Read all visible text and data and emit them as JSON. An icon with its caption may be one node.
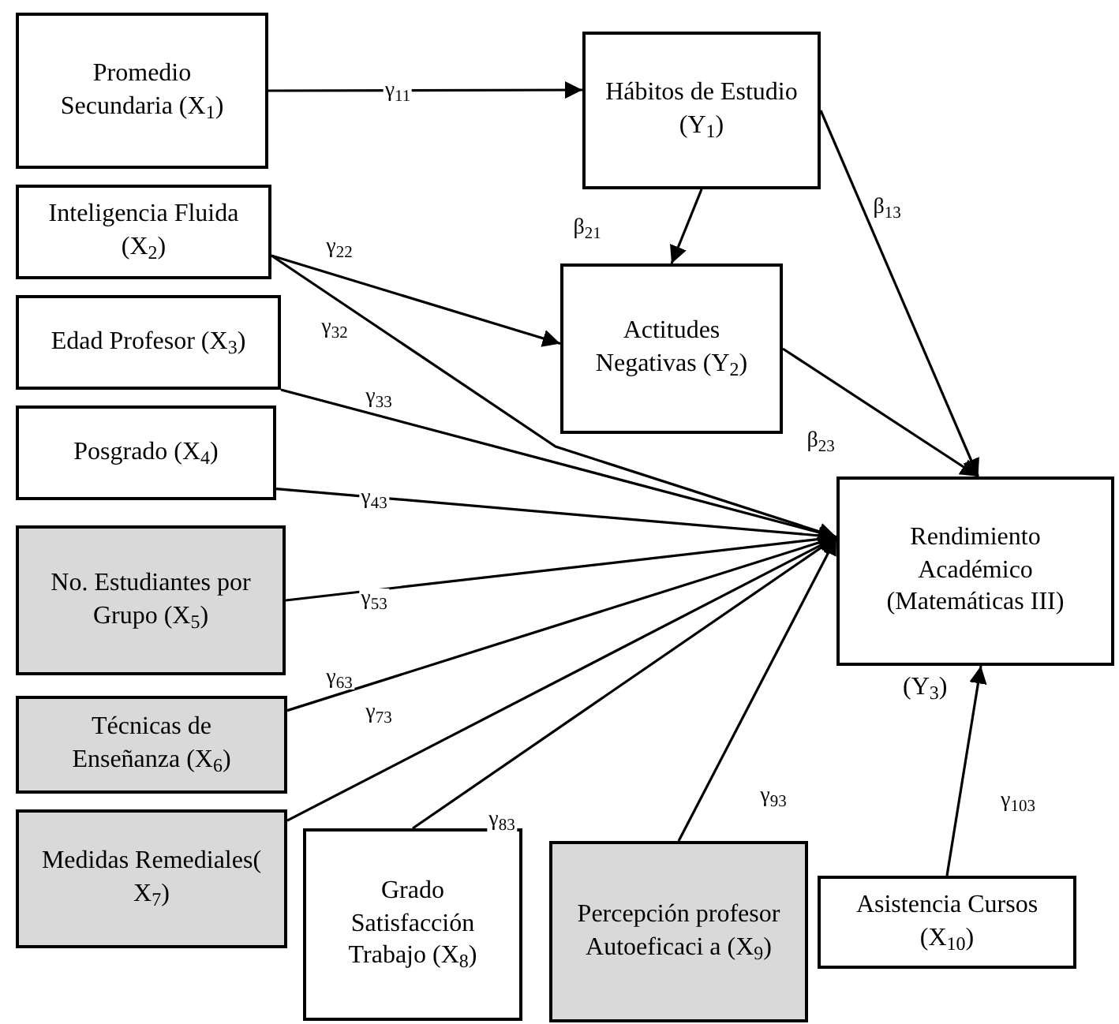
{
  "diagram": {
    "nodes": [
      {
        "text": [
          "Promedio Secundaria (X$_{1}$)"
        ]
      },
      {
        "text": [
          "Hábitos de Estudio (Y$_{1}$)"
        ]
      },
      {
        "text": [
          "Inteligencia Fluida (X$_{2}$)"
        ]
      },
      {
        "text": [
          "Actitudes Negativas (Y$_{2}$)"
        ]
      },
      {
        "text": [
          "Edad Profesor (X$_{3}$)"
        ]
      },
      {
        "text": [
          "Posgrado (X$_{4}$)"
        ]
      },
      {
        "text": [
          "Rendimiento Académico (Matemáticas III)",
          "(Y$_{3}$)"
        ]
      },
      {
        "text": [
          "No. Estudiantes por Grupo (X$_{5}$)"
        ]
      },
      {
        "text": [
          "Técnicas de Enseñanza (X$_{6}$)"
        ]
      },
      {
        "text": [
          "Medidas Remediales( X$_{7}$)"
        ]
      },
      {
        "text": [
          "Grado Satisfacción Trabajo (X$_{8}$)"
        ]
      },
      {
        "text": [
          "Percepción profesor Autoeficaci a (X$_{9}$)"
        ]
      },
      {
        "text": [
          "Asistencia Cursos (X$_{10}$)"
        ]
      }
    ],
    "edges": [
      {
        "from": 0,
        "to": 1,
        "arrow": "to",
        "label": "γ$_{11}$"
      },
      {
        "from": 1,
        "to": 3,
        "arrow": "to",
        "label": "β$_{21}$"
      },
      {
        "from": 1,
        "to": 6,
        "arrow": "to",
        "label": "β$_{13}$"
      },
      {
        "from": 2,
        "to": 3,
        "arrow": "to",
        "label": "γ$_{22}$"
      },
      {
        "from": 2,
        "to": 6,
        "arrow": "to",
        "label": "γ$_{32}$"
      },
      {
        "from": 3,
        "to": 6,
        "arrow": "to",
        "label": "β$_{23}$"
      },
      {
        "from": 4,
        "to": 6,
        "arrow": "to",
        "label": "γ$_{33}$"
      },
      {
        "from": 5,
        "to": 6,
        "arrow": "to",
        "label": "γ$_{43}$"
      },
      {
        "from": 7,
        "to": 6,
        "arrow": "to",
        "label": "γ$_{53}$"
      },
      {
        "from": 8,
        "to": 6,
        "arrow": "to",
        "label": "γ$_{63}$"
      },
      {
        "from": 9,
        "to": 6,
        "arrow": "to",
        "label": "γ$_{73}$"
      },
      {
        "from": 10,
        "to": 6,
        "arrow": "to",
        "label": "γ$_{83}$"
      },
      {
        "from": 11,
        "to": 6,
        "arrow": "to",
        "label": "γ$_{93}$"
      },
      {
        "from": 12,
        "to": 6,
        "arrow": "to",
        "label": "γ$_{103}$"
      }
    ]
  }
}
